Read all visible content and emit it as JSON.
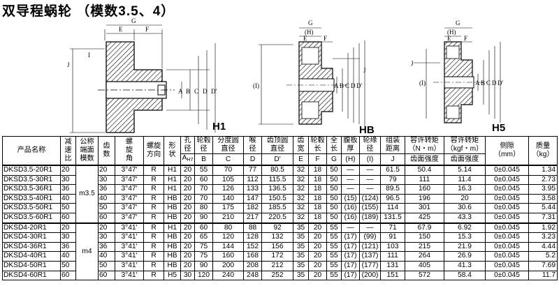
{
  "title": "双导程蜗轮 （模数3.5、4）",
  "views": {
    "h1": {
      "label": "H1",
      "dims": [
        "E",
        "G",
        "F",
        "J",
        "I",
        "A",
        "B",
        "C",
        "D",
        "D'"
      ]
    },
    "hb": {
      "label": "HB",
      "dims": [
        "G",
        "(H)",
        "E",
        "F",
        "(I)",
        "A",
        "B",
        "C",
        "D",
        "D'",
        "J"
      ]
    },
    "h5": {
      "label": "H5",
      "dims": [
        "G",
        "(H)",
        "E",
        "F",
        "J",
        "(I)",
        "A",
        "B",
        "C",
        "D",
        "D'"
      ]
    }
  },
  "table": {
    "headers": {
      "name": "产品名称",
      "ratio": [
        "减",
        "速",
        "比"
      ],
      "module": [
        "公称",
        "端面",
        "模数"
      ],
      "teeth": [
        "齿",
        "数"
      ],
      "angle": [
        "螺",
        "旋",
        "角"
      ],
      "direction": [
        "螺旋",
        "方向"
      ],
      "shape": [
        "形",
        "状"
      ],
      "bore": [
        "孔",
        "径"
      ],
      "hub_dia": [
        "轮毂",
        "径"
      ],
      "pitch": [
        "分度圆",
        "直径"
      ],
      "throat": [
        "喉",
        "径"
      ],
      "tip": [
        "齿顶圆",
        "直径"
      ],
      "face": [
        "齿",
        "宽"
      ],
      "hub_len": [
        "轮毂",
        "长"
      ],
      "total_len": [
        "全",
        "长"
      ],
      "web": [
        "腹板",
        "厚"
      ],
      "rim": [
        "轮缘",
        "径"
      ],
      "assembly": [
        "组装",
        "距离"
      ],
      "torque_nm": [
        "容许转矩",
        "（N・m）"
      ],
      "torque_kgf": [
        "容许转矩",
        "（kgf・m）"
      ],
      "backlash": [
        "侧隙",
        "（mm）"
      ],
      "mass": [
        "质量",
        "（kg）"
      ],
      "letters": {
        "a": "A",
        "a_sub": "H7",
        "b": "B",
        "c": "C",
        "d": "D",
        "dp": "D'",
        "e": "E",
        "f": "F",
        "g": "G",
        "h": "(H)",
        "i": "(I)",
        "j": "J"
      },
      "strength": "齿面强度"
    },
    "groups": [
      {
        "module": "m3.5",
        "rows": [
          [
            "DKSD3.5-20R1",
            "20",
            "20",
            "3°47′",
            "R",
            "H1",
            "20",
            "55",
            "70",
            "77",
            "80.5",
            "32",
            "18",
            "50",
            "—",
            "—",
            "61.5",
            "50.4",
            "5.14",
            "0±0.045",
            "1.34"
          ],
          [
            "DKSD3.5-30R1",
            "30",
            "30",
            "3°47′",
            "R",
            "H1",
            "20",
            "60",
            "105",
            "112",
            "115.5",
            "32",
            "18",
            "50",
            "—",
            "—",
            "79",
            "111",
            "11.4",
            "0±0.045",
            "2.73"
          ],
          [
            "DKSD3.5-36R1",
            "36",
            "36",
            "3°47′",
            "R",
            "H1",
            "20",
            "70",
            "126",
            "133",
            "136.5",
            "32",
            "18",
            "50",
            "—",
            "—",
            "89.5",
            "160",
            "16.3",
            "0±0.045",
            "3.95"
          ],
          [
            "DKSD3.5-40R1",
            "40",
            "40",
            "3°47′",
            "R",
            "HB",
            "20",
            "70",
            "140",
            "147",
            "150.5",
            "32",
            "18",
            "50",
            "(15)",
            "(124)",
            "96.5",
            "196",
            "20",
            "0±0.045",
            "3.58"
          ],
          [
            "DKSD3.5-50R1",
            "50",
            "50",
            "3°47′",
            "R",
            "HB",
            "20",
            "80",
            "175",
            "182",
            "185.5",
            "32",
            "18",
            "50",
            "(16)",
            "(155)",
            "114",
            "301",
            "30.6",
            "0±0.045",
            "5.44"
          ],
          [
            "DKSD3.5-60R1",
            "60",
            "60",
            "3°47′",
            "R",
            "HB",
            "20",
            "90",
            "210",
            "217",
            "220.5",
            "32",
            "18",
            "50",
            "(16)",
            "(189)",
            "131.5",
            "425",
            "43.3",
            "0±0.045",
            "7.31"
          ]
        ]
      },
      {
        "module": "m4",
        "rows": [
          [
            "DKSD4-20R1",
            "20",
            "20",
            "3°41′",
            "R",
            "H1",
            "20",
            "60",
            "80",
            "88",
            "92",
            "35",
            "20",
            "55",
            "—",
            "—",
            "71",
            "67.9",
            "6.92",
            "0±0.045",
            "1.92"
          ],
          [
            "DKSD4-30R1",
            "30",
            "30",
            "3°41′",
            "R",
            "HB",
            "20",
            "65",
            "120",
            "128",
            "132",
            "35",
            "20",
            "55",
            "(17)",
            "(99)",
            "91",
            "150",
            "15.3",
            "0±0.045",
            "3.23"
          ],
          [
            "DKSD4-36R1",
            "36",
            "36",
            "3°41′",
            "R",
            "HB",
            "20",
            "75",
            "144",
            "152",
            "156",
            "35",
            "20",
            "55",
            "(17)",
            "(121)",
            "103",
            "215",
            "21.9",
            "0±0.045",
            "4.44"
          ],
          [
            "DKSD4-40R1",
            "40",
            "40",
            "3°41′",
            "R",
            "HB",
            "20",
            "75",
            "160",
            "168",
            "172",
            "35",
            "20",
            "55",
            "(17)",
            "(137)",
            "111",
            "264",
            "26.9",
            "0±0.045",
            "5.2"
          ],
          [
            "DKSD4-50R1",
            "50",
            "50",
            "3°41′",
            "R",
            "HB",
            "20",
            "90",
            "200",
            "208",
            "212",
            "35",
            "20",
            "55",
            "(17)",
            "(177)",
            "131",
            "405",
            "41.3",
            "0±0.045",
            "7.69"
          ],
          [
            "DKSD4-60R1",
            "60",
            "60",
            "3°41′",
            "R",
            "H5",
            "30",
            "120",
            "240",
            "248",
            "252",
            "35",
            "20",
            "55",
            "(17)",
            "(200)",
            "151",
            "572",
            "58.4",
            "0±0.045",
            "11.7"
          ]
        ]
      }
    ]
  }
}
